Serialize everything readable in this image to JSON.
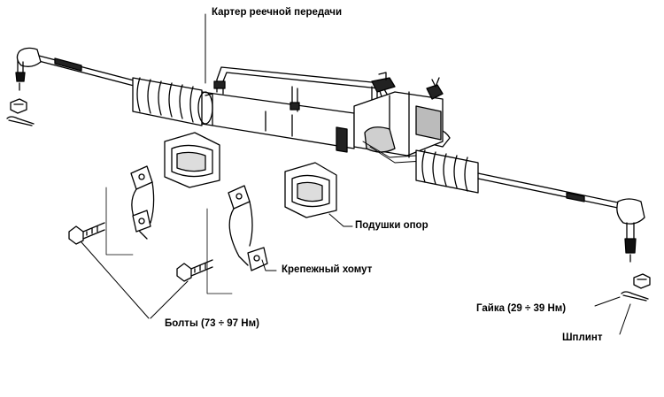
{
  "labels": {
    "rack_housing": "Картер реечной передачи",
    "mount_bushings": "Подушки опор",
    "mounting_clamp": "Крепежный хомут",
    "bolts": "Болты (73 ÷ 97 Нм)",
    "nut": "Гайка (29 ÷ 39 Нм)",
    "cotter_pin": "Шплинт"
  },
  "colors": {
    "ink": "#000000",
    "background": "#ffffff"
  }
}
